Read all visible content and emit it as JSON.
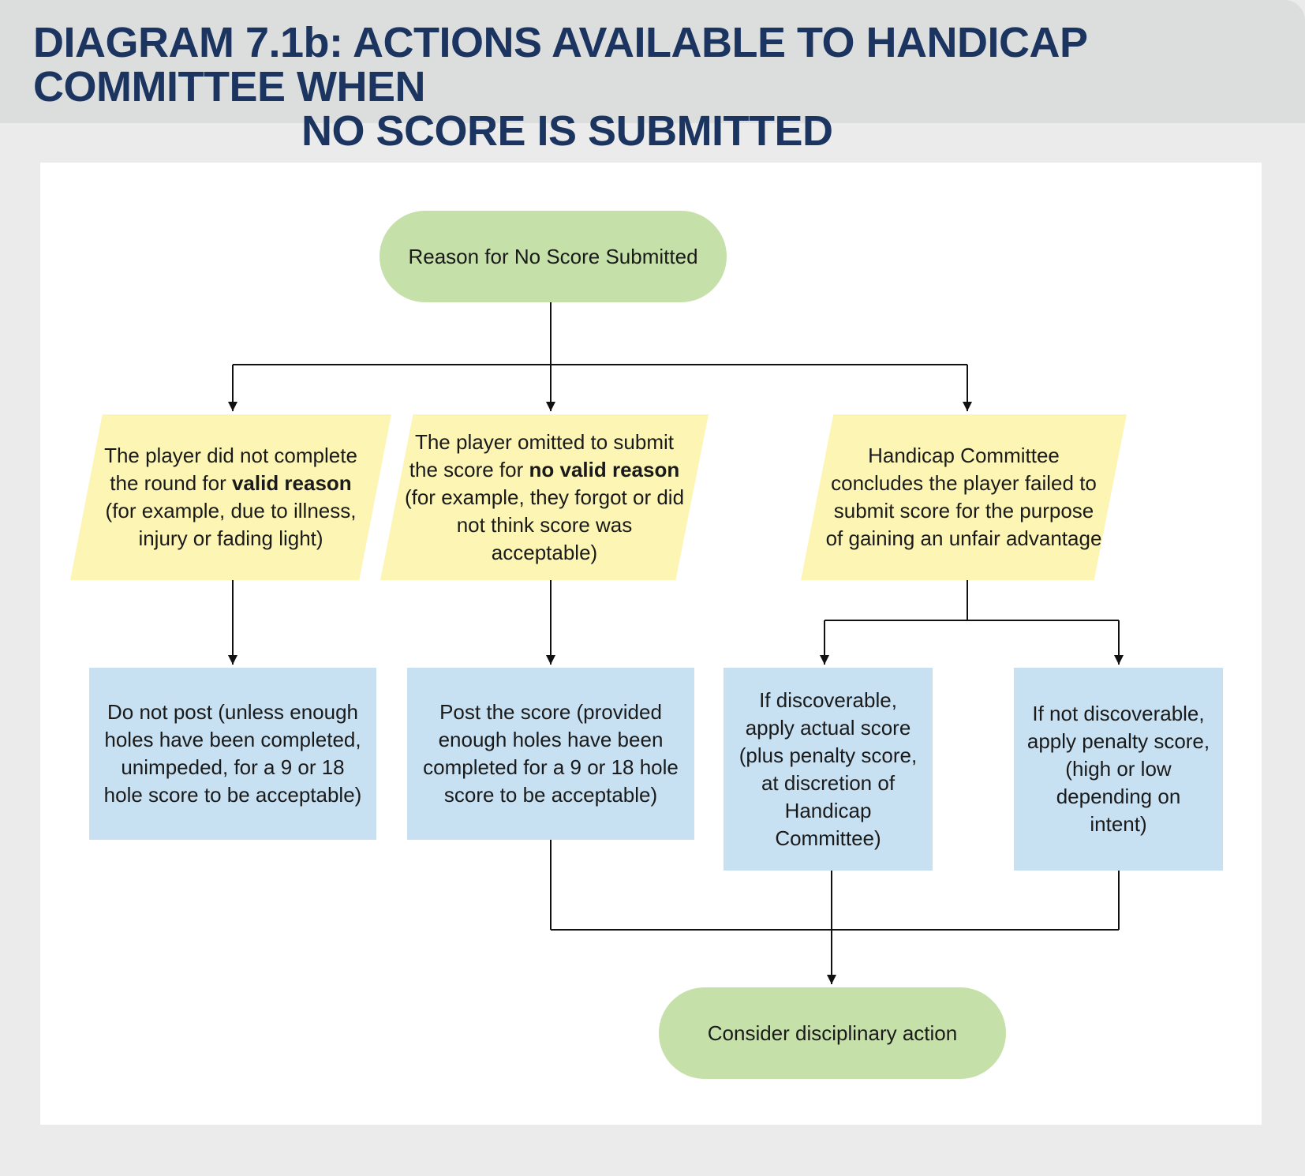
{
  "title": {
    "line1": "DIAGRAM 7.1b: ACTIONS AVAILABLE TO HANDICAP COMMITTEE WHEN",
    "line2": "NO SCORE IS SUBMITTED"
  },
  "start": {
    "label": "Reason for No Score Submitted"
  },
  "reasons": {
    "valid": {
      "before": "The player did not complete the round for ",
      "bold": "valid reason",
      "after": " (for example, due to illness, injury or fading light)"
    },
    "no_valid": {
      "before": "The player omitted to submit the score for ",
      "bold": "no valid reason",
      "after": " (for example, they forgot or did not think score was acceptable)"
    },
    "unfair": {
      "text": "Handicap Committee concludes the player failed to submit score for the purpose of gaining an unfair advantage"
    }
  },
  "actions": {
    "do_not_post": "Do not post (unless enough holes have been completed, unimpeded, for a 9 or 18 hole score to be acceptable)",
    "post_score": "Post the score (provided enough holes have been completed for a 9 or 18 hole score to be acceptable)",
    "discoverable": "If discoverable, apply actual score (plus penalty score, at discretion of Handicap Committee)",
    "not_discoverable": "If not discoverable, apply penalty score, (high or low depending on intent)"
  },
  "end": {
    "label": "Consider disciplinary action"
  },
  "colors": {
    "header_bg": "#dcdddd",
    "title_text": "#1b3560",
    "terminal": "#c5e0a9",
    "decision": "#fcf5b3",
    "action": "#c7e1f3"
  }
}
